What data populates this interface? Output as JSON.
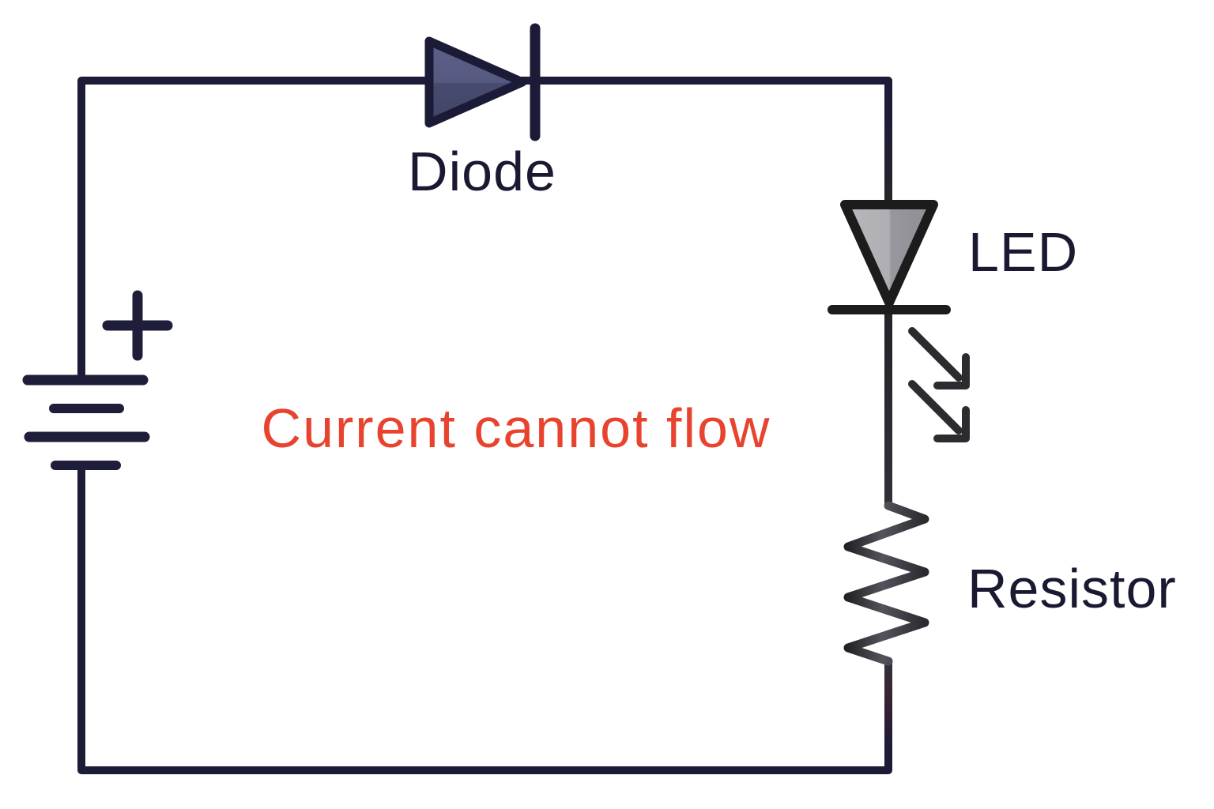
{
  "diagram": {
    "annotation": {
      "text": "Current cannot flow"
    },
    "battery": {
      "polarity": "+"
    },
    "diode": {
      "label": "Diode"
    },
    "led": {
      "label": "LED"
    },
    "resistor": {
      "label": "Resistor"
    },
    "colors": {
      "wire": "#1c1c38",
      "label": "#191932",
      "annotation": "#e8432e",
      "battery": "#1e1e3a",
      "diode_outline": "#1b1b38",
      "diode_fill_top": "#5c6088",
      "diode_fill_bottom": "#424568",
      "led_outline": "#1c1c1c",
      "led_fill_light": "#b8b8bc",
      "led_fill_dark": "#8e8e94",
      "arrow": "#2b2b30",
      "resistor": "#33333a",
      "background": "#ffffff"
    }
  }
}
